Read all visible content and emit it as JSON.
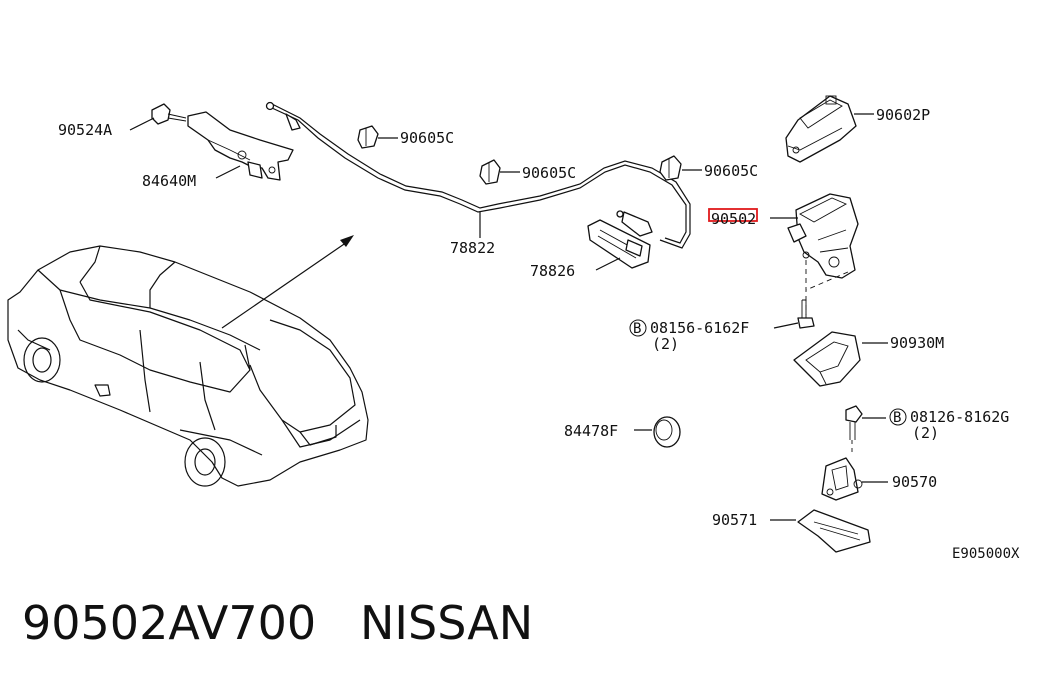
{
  "caption": {
    "part_number": "90502AV700",
    "brand": "NISSAN"
  },
  "diagram_code": "E905000X",
  "callouts": [
    {
      "id": "90524A",
      "text": "90524A"
    },
    {
      "id": "84640M",
      "text": "84640M"
    },
    {
      "id": "90605C_a",
      "text": "90605C"
    },
    {
      "id": "90605C_b",
      "text": "90605C"
    },
    {
      "id": "90605C_c",
      "text": "90605C"
    },
    {
      "id": "90602P",
      "text": "90602P"
    },
    {
      "id": "90502",
      "text": "90502",
      "highlighted": true
    },
    {
      "id": "78822",
      "text": "78822"
    },
    {
      "id": "78826",
      "text": "78826"
    },
    {
      "id": "08156",
      "text": "08156-6162F",
      "qty": "(2)",
      "prefix": "B"
    },
    {
      "id": "90930M",
      "text": "90930M"
    },
    {
      "id": "84478F",
      "text": "84478F"
    },
    {
      "id": "08126",
      "text": "08126-8162G",
      "qty": "(2)",
      "prefix": "B"
    },
    {
      "id": "90570",
      "text": "90570"
    },
    {
      "id": "90571",
      "text": "90571"
    }
  ],
  "colors": {
    "line": "#111111",
    "highlight": "#e0191b",
    "background": "#ffffff"
  }
}
